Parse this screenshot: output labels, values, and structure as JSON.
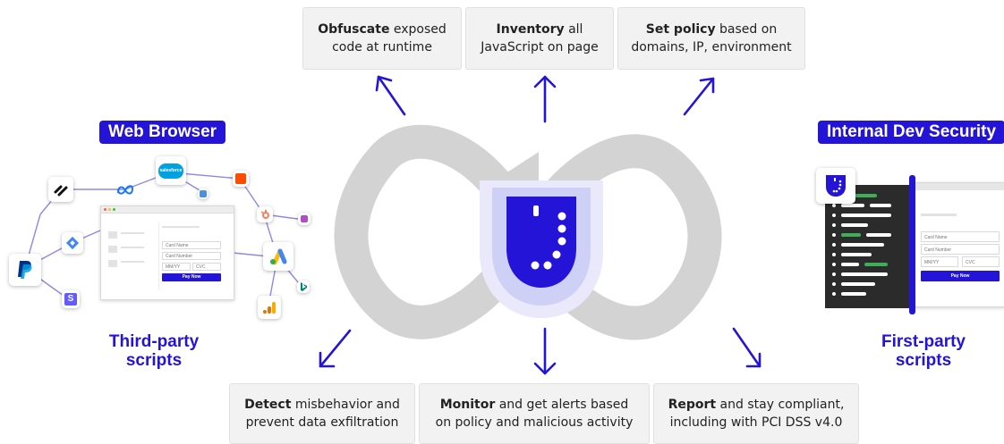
{
  "top_cards": [
    {
      "bold": "Obfuscate",
      "rest": " exposed",
      "line2": "code at runtime"
    },
    {
      "bold": "Inventory",
      "rest": " all",
      "line2": "JavaScript on page"
    },
    {
      "bold": "Set policy",
      "rest": " based on",
      "line2": "domains, IP, environment"
    }
  ],
  "bottom_cards": [
    {
      "bold": "Detect",
      "rest": " misbehavior and",
      "line2": "prevent data exfiltration"
    },
    {
      "bold": "Monitor",
      "rest": " and get alerts based",
      "line2": "on policy and malicious activity"
    },
    {
      "bold": "Report",
      "rest": " and stay compliant,",
      "line2": "including with PCI DSS v4.0"
    }
  ],
  "left": {
    "badge": "Web Browser",
    "label_line1": "Third-party",
    "label_line2": "scripts",
    "icons": [
      "link-logo-icon",
      "meta-logo-icon",
      "salesforce-logo-icon",
      "zapier-logo-icon",
      "hubspot-logo-icon",
      "google-tag-manager-icon",
      "paypal-logo-icon",
      "stripe-logo-icon",
      "google-ads-logo-icon",
      "google-analytics-logo-icon",
      "bing-logo-icon",
      "calendar-app-icon",
      "klaviyo-app-icon"
    ],
    "salesforce_text": "salesforce",
    "stripe_text": "S",
    "form": {
      "card_name": "Card Name",
      "card_number": "Card Number",
      "expiry": "MM/YY",
      "cvc": "CVC",
      "pay": "Pay Now"
    }
  },
  "right": {
    "badge": "Internal Dev Security",
    "label_line1": "First-party",
    "label_line2": "scripts",
    "form": {
      "card_name": "Card Name",
      "card_number": "Card Number",
      "expiry": "MM/YY",
      "cvc": "CVC",
      "pay": "Pay Now"
    }
  },
  "colors": {
    "brand": "#2314d8",
    "card_bg": "#f2f2f2",
    "infinity": "#d3d3d3",
    "shield_glow": "#cfd0f5",
    "code_bg": "#2b2b2b",
    "code_green": "#3fae5a"
  }
}
